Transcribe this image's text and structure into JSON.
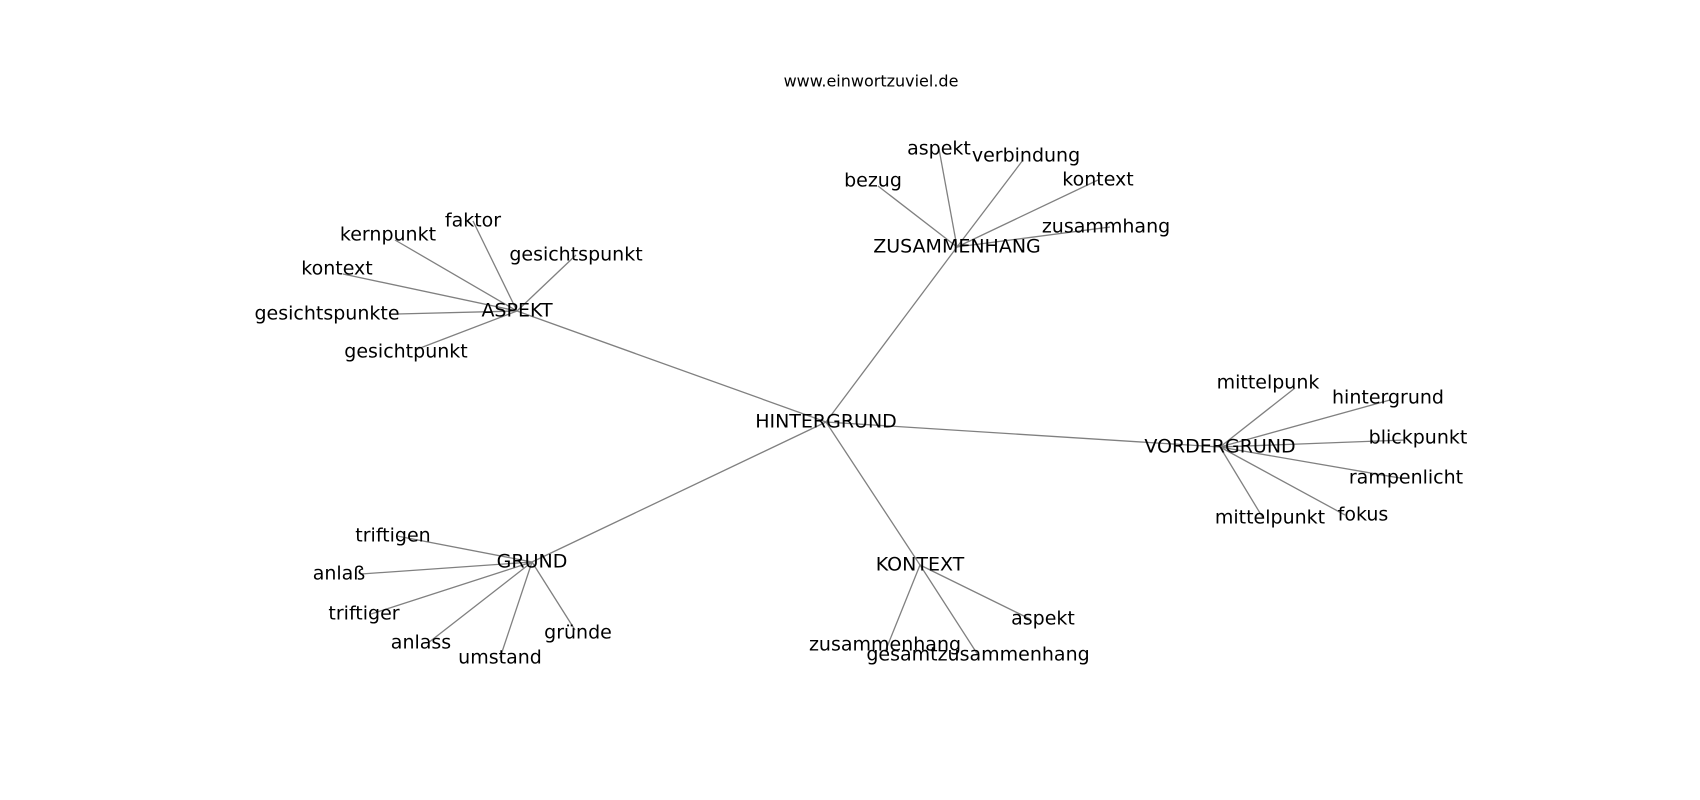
{
  "header": {
    "site": "www.einwortzuviel.de"
  },
  "colors": {
    "edge": "#808080",
    "text": "#000000",
    "background": "#ffffff"
  },
  "graph": {
    "center": "HINTERGRUND",
    "clusters": [
      {
        "hub": "ASPEKT",
        "leaves": [
          "faktor",
          "kernpunkt",
          "gesichtspunkt",
          "kontext",
          "gesichtspunkte",
          "gesichtpunkt"
        ]
      },
      {
        "hub": "ZUSAMMENHANG",
        "leaves": [
          "aspekt",
          "verbindung",
          "bezug",
          "kontext",
          "zusammhang"
        ]
      },
      {
        "hub": "VORDERGRUND",
        "leaves": [
          "mittelpunk",
          "hintergrund",
          "blickpunkt",
          "rampenlicht",
          "mittelpunkt",
          "fokus"
        ]
      },
      {
        "hub": "GRUND",
        "leaves": [
          "triftigen",
          "anlaß",
          "triftiger",
          "anlass",
          "umstand",
          "gründe"
        ]
      },
      {
        "hub": "KONTEXT",
        "leaves": [
          "aspekt",
          "zusammenhang",
          "gesamtzusammenhang"
        ]
      }
    ]
  }
}
